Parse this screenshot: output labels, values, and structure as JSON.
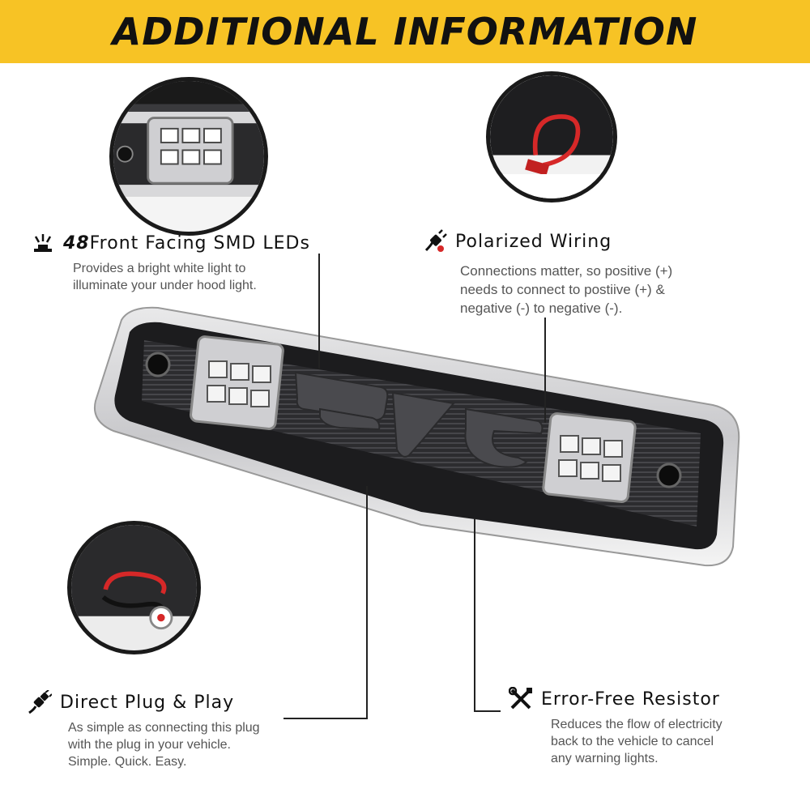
{
  "banner": {
    "title": "ADDITIONAL INFORMATION"
  },
  "features": {
    "leds": {
      "number": "48",
      "title": "Front Facing SMD LEDs",
      "desc": "Provides a bright white light to\nilluminate your under hood light.",
      "icon": "light-beam-icon"
    },
    "wiring": {
      "title": "Polarized Wiring",
      "desc": "Connections matter, so positive (+)\nneeds to connect to postiive (+) &\nnegative (-) to negative (-).",
      "icon": "plug-wiring-icon"
    },
    "plug": {
      "title": "Direct Plug & Play",
      "desc": "As simple as connecting this plug\nwith the plug in your vehicle.\nSimple. Quick. Easy.",
      "icon": "plug-connector-icon"
    },
    "resistor": {
      "title": "Error-Free Resistor",
      "desc": "Reduces the flow of electricity\nback to the vehicle to cancel\nany warning lights.",
      "icon": "tools-icon"
    }
  },
  "colors": {
    "banner": "#f7c325",
    "housing": "#1c1c1e",
    "wire_red": "#d62828"
  }
}
